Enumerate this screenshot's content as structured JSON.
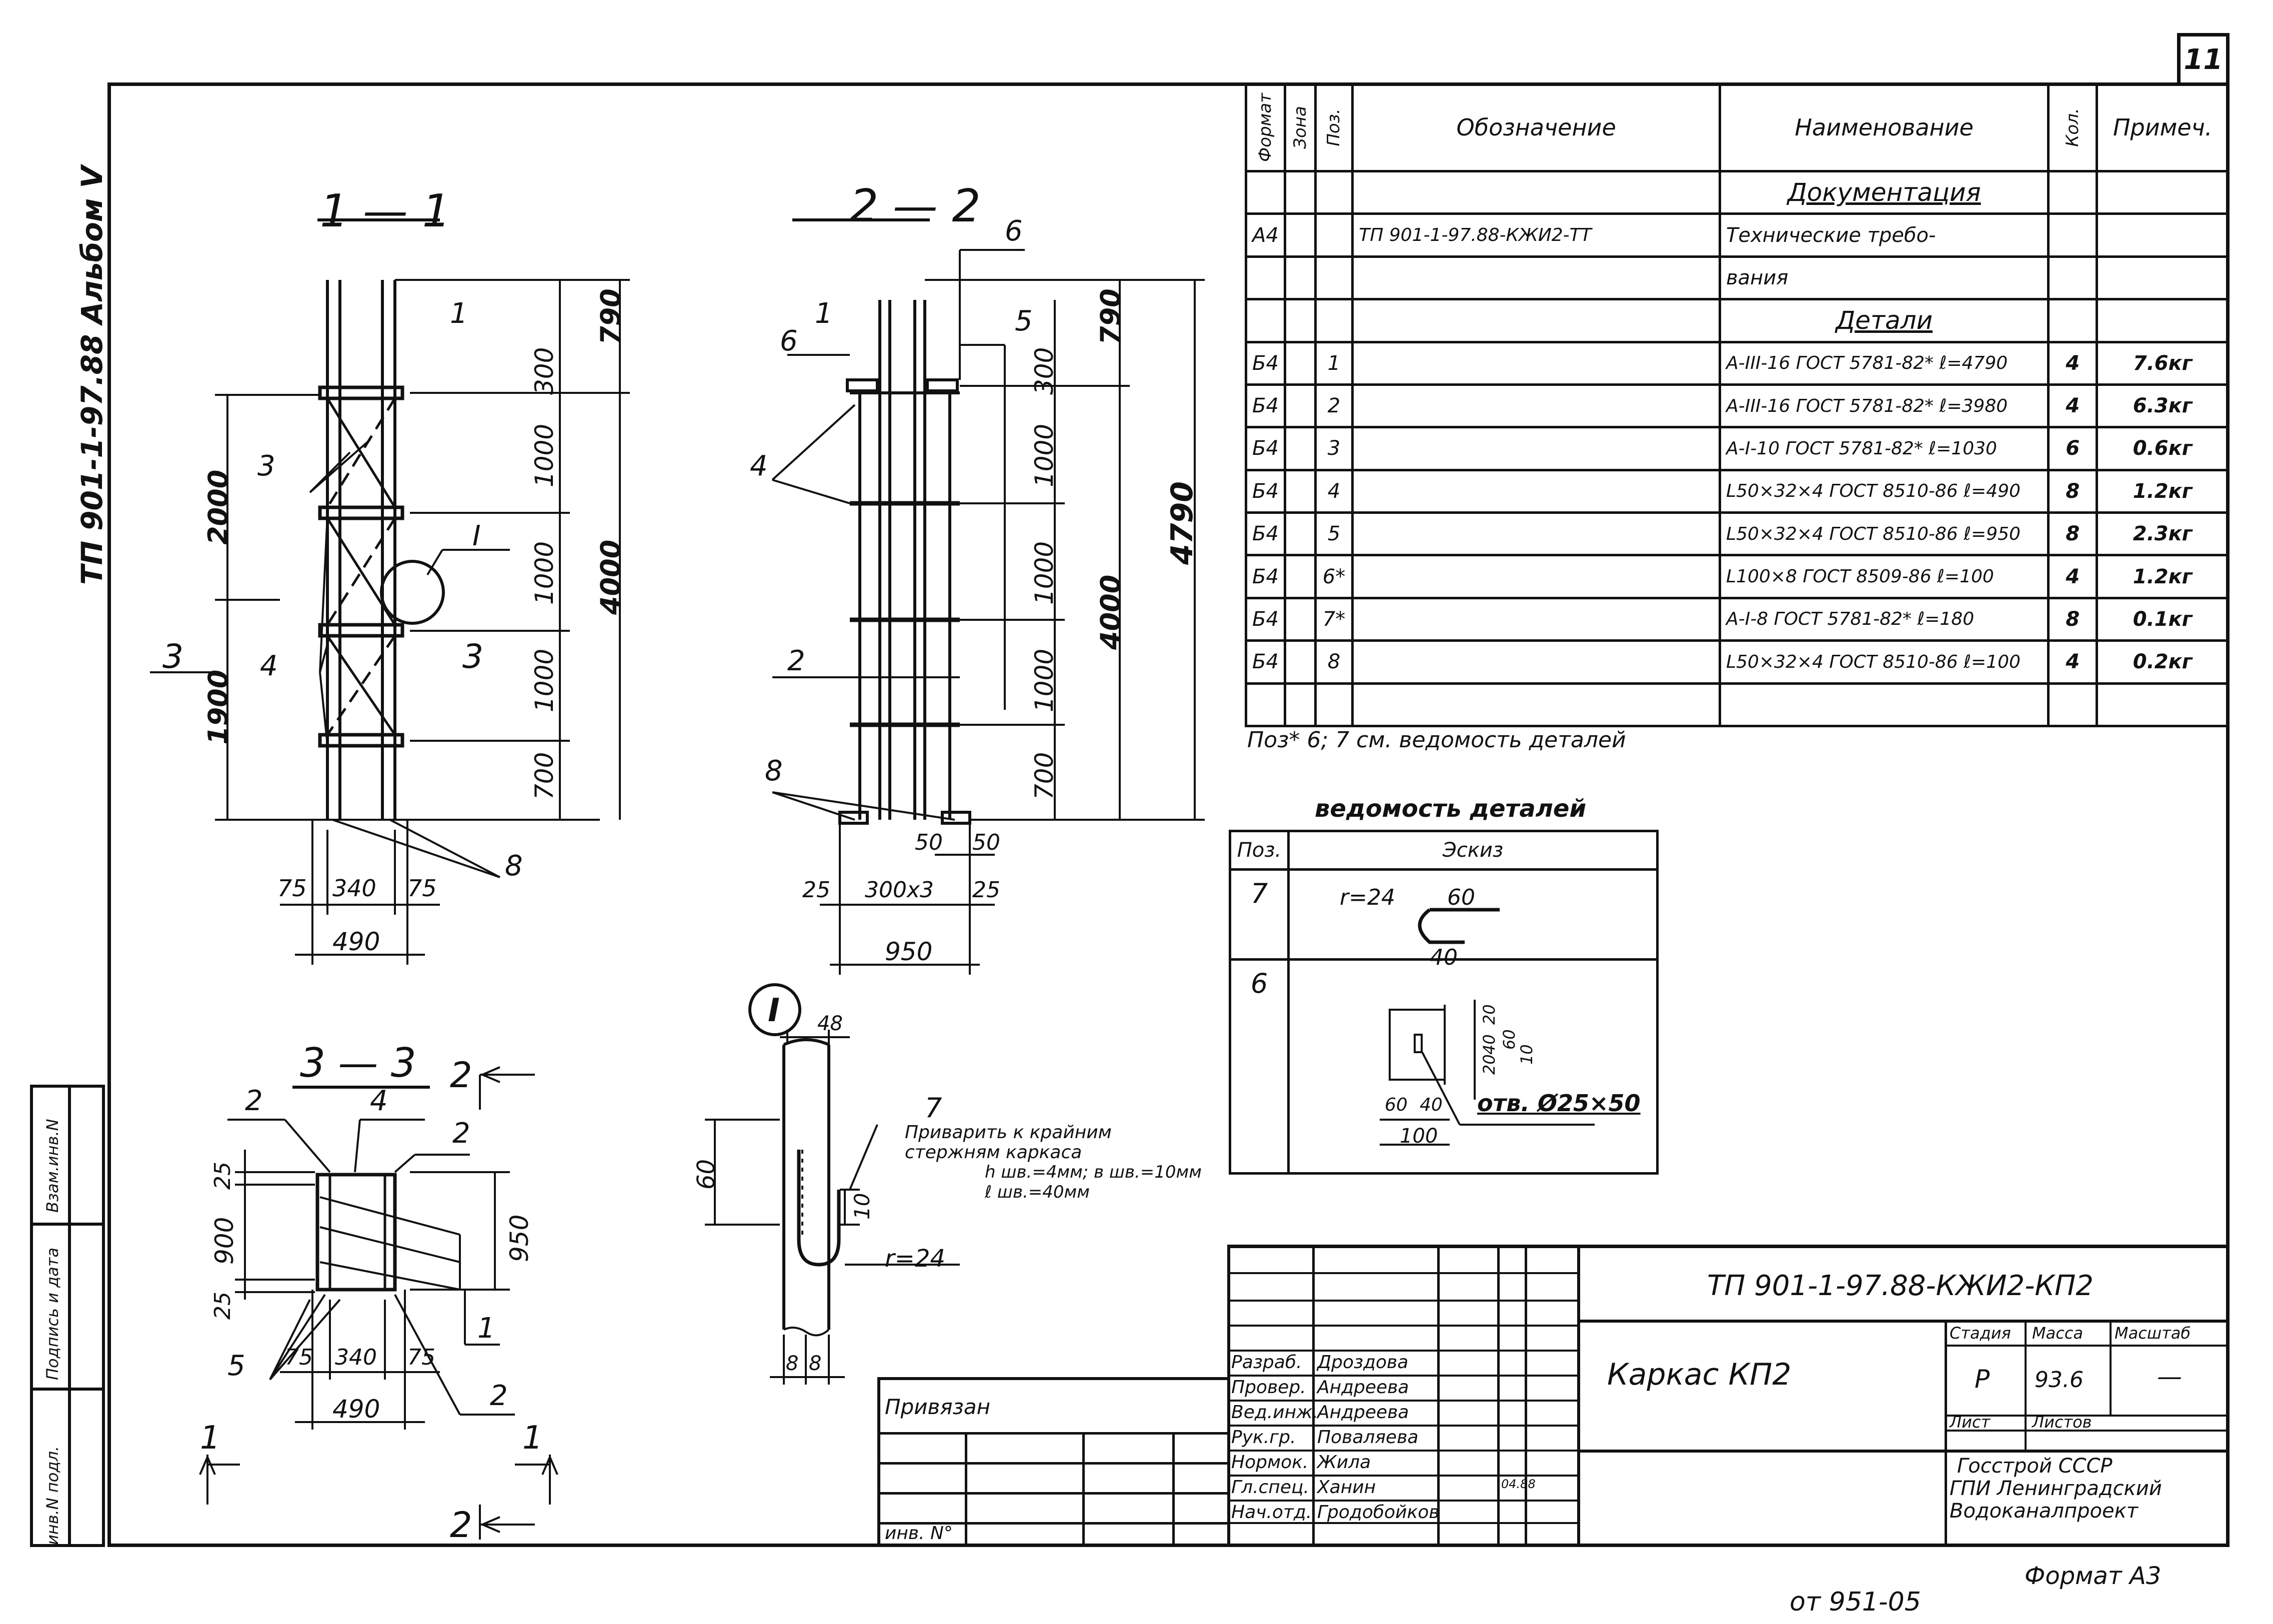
{
  "sheet": {
    "number": "11",
    "format": "Формат А3",
    "stamp_bottom": "от 951-05"
  },
  "album_code": "ТП 901-1-97.88 Альбом V",
  "sidebar": {
    "cell_1": "Взам.инв.N",
    "cell_2": "Подпись и дата",
    "cell_3": "инв.N подл."
  },
  "sections": {
    "s11": "1 — 1",
    "s22": "2 — 2",
    "s33": "3 — 3",
    "detail_mark": "I"
  },
  "section_11": {
    "dims_left": [
      "2000",
      "1900"
    ],
    "dims_right_inner": [
      "300",
      "1000",
      "1000",
      "1000",
      "700"
    ],
    "dims_right_outer": [
      "790",
      "4000"
    ],
    "dims_bottom": [
      "75",
      "340",
      "75",
      "490"
    ],
    "callouts": [
      "1",
      "3",
      "4",
      "3",
      "3",
      "8",
      "I"
    ]
  },
  "section_22": {
    "dims_right_inner": [
      "300",
      "1000",
      "1000",
      "1000",
      "700"
    ],
    "dims_right_mid": [
      "790",
      "4000"
    ],
    "dims_right_outer": [
      "4790"
    ],
    "dims_bottom": [
      "50",
      "50",
      "25",
      "300x3",
      "25",
      "950"
    ],
    "callouts": [
      "1",
      "6",
      "6",
      "5",
      "4",
      "2",
      "8"
    ]
  },
  "section_33": {
    "dims_left": [
      "25",
      "900",
      "25"
    ],
    "dims_right": [
      "950"
    ],
    "dims_bottom": [
      "75",
      "340",
      "75",
      "490"
    ],
    "callouts": [
      "2",
      "4",
      "2",
      "1",
      "5",
      "2",
      "2",
      "1",
      "1",
      "2"
    ]
  },
  "detail_I": {
    "dims": [
      "48",
      "60",
      "10",
      "8",
      "8"
    ],
    "radius": "r=24",
    "pos": "7",
    "note": [
      "Приварить к крайним",
      "стержням каркаса",
      "h шв.=4мм; в шв.=10мм",
      "ℓ шв.=40мм"
    ]
  },
  "spec_table": {
    "headers": [
      "Формат",
      "Зона",
      "Поз.",
      "Обозначение",
      "Наименование",
      "Кол.",
      "Примеч."
    ],
    "rows": [
      {
        "fmt": "",
        "zone": "",
        "pos": "",
        "code": "",
        "name": "Документация",
        "qty": "",
        "note": "",
        "section": true
      },
      {
        "fmt": "А4",
        "zone": "",
        "pos": "",
        "code": "ТП 901-1-97.88-КЖИ2-ТТ",
        "name": "Технические требо-",
        "qty": "",
        "note": ""
      },
      {
        "fmt": "",
        "zone": "",
        "pos": "",
        "code": "",
        "name": "вания",
        "qty": "",
        "note": ""
      },
      {
        "fmt": "",
        "zone": "",
        "pos": "",
        "code": "",
        "name": "Детали",
        "qty": "",
        "note": "",
        "section": true
      },
      {
        "fmt": "Б4",
        "zone": "",
        "pos": "1",
        "code": "",
        "name": "А-III-16 ГОСТ 5781-82* ℓ=4790",
        "qty": "4",
        "note": "7.6кг"
      },
      {
        "fmt": "Б4",
        "zone": "",
        "pos": "2",
        "code": "",
        "name": "А-III-16 ГОСТ 5781-82* ℓ=3980",
        "qty": "4",
        "note": "6.3кг"
      },
      {
        "fmt": "Б4",
        "zone": "",
        "pos": "3",
        "code": "",
        "name": "А-I-10 ГОСТ 5781-82* ℓ=1030",
        "qty": "6",
        "note": "0.6кг"
      },
      {
        "fmt": "Б4",
        "zone": "",
        "pos": "4",
        "code": "",
        "name": "L50×32×4 ГОСТ 8510-86 ℓ=490",
        "qty": "8",
        "note": "1.2кг"
      },
      {
        "fmt": "Б4",
        "zone": "",
        "pos": "5",
        "code": "",
        "name": "L50×32×4 ГОСТ 8510-86 ℓ=950",
        "qty": "8",
        "note": "2.3кг"
      },
      {
        "fmt": "Б4",
        "zone": "",
        "pos": "6*",
        "code": "",
        "name": "L100×8 ГОСТ 8509-86 ℓ=100",
        "qty": "4",
        "note": "1.2кг"
      },
      {
        "fmt": "Б4",
        "zone": "",
        "pos": "7*",
        "code": "",
        "name": "А-I-8 ГОСТ 5781-82* ℓ=180",
        "qty": "8",
        "note": "0.1кг"
      },
      {
        "fmt": "Б4",
        "zone": "",
        "pos": "8",
        "code": "",
        "name": "L50×32×4 ГОСТ 8510-86 ℓ=100",
        "qty": "4",
        "note": "0.2кг"
      },
      {
        "fmt": "",
        "zone": "",
        "pos": "",
        "code": "",
        "name": "",
        "qty": "",
        "note": ""
      }
    ],
    "footnote": "Поз* 6; 7 см. ведомость деталей"
  },
  "details_table": {
    "title": "ведомость деталей",
    "headers": [
      "Поз.",
      "Эскиз"
    ],
    "rows": [
      {
        "pos": "7",
        "sketch": {
          "r": "r=24",
          "a": "60",
          "b": "40"
        }
      },
      {
        "pos": "6",
        "sketch": {
          "d1": "60",
          "d2": "40",
          "d3": "100",
          "hole": "отв. Ø25×50",
          "v": [
            "20",
            "60",
            "20",
            "40",
            "10"
          ]
        }
      }
    ]
  },
  "title_block": {
    "doc_code": "ТП 901-1-97.88-КЖИ2-КП2",
    "name": "Каркас КП2",
    "stage_label": "Стадия",
    "mass_label": "Масса",
    "scale_label": "Масштаб",
    "stage": "Р",
    "mass": "93.6",
    "scale": "—",
    "sheet_label": "Лист",
    "sheets_label": "Листов",
    "org": [
      "Госстрой СССР",
      "ГПИ Ленинградский",
      "Водоканалпроект"
    ],
    "signers": [
      {
        "role": "Разраб.",
        "name": "Дроздова"
      },
      {
        "role": "Провер.",
        "name": "Андреева"
      },
      {
        "role": "Вед.инж.",
        "name": "Андреева"
      },
      {
        "role": "Рук.гр.",
        "name": "Поваляева"
      },
      {
        "role": "Нормок.",
        "name": "Жила"
      },
      {
        "role": "Гл.спец.",
        "name": "Ханин"
      },
      {
        "role": "Нач.отд.",
        "name": "Гродобойков"
      }
    ],
    "date_note": "04.88"
  },
  "binding": {
    "label": "Привязан",
    "inv_label": "инв. N°"
  }
}
